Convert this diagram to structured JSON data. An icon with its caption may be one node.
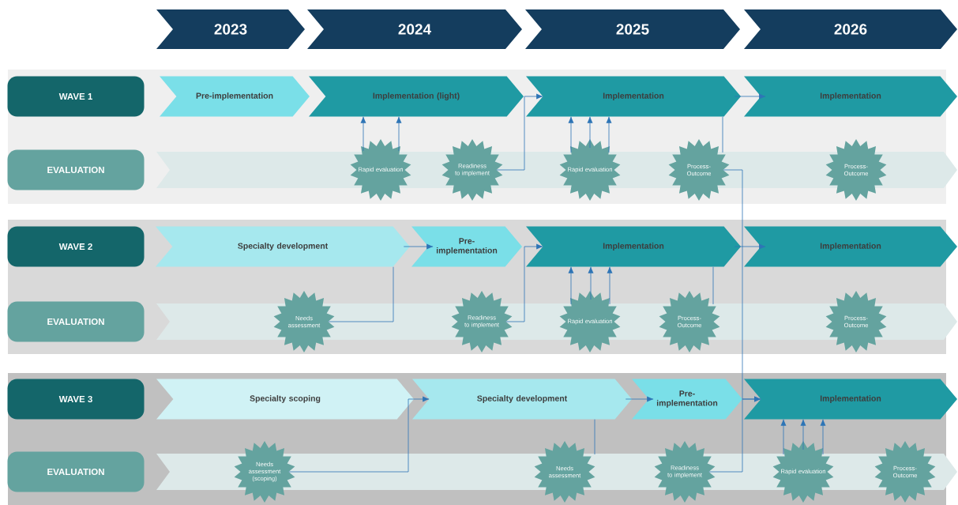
{
  "diagram": {
    "nodes": [
      {
        "text": [
          "2023"
        ]
      },
      {
        "text": [
          "2024"
        ]
      },
      {
        "text": [
          "2025"
        ]
      },
      {
        "text": [
          "2026"
        ]
      },
      {
        "text": [
          "WAVE 1"
        ]
      },
      {
        "text": [
          "Pre-implementation"
        ]
      },
      {
        "text": [
          "Implementation (light)"
        ]
      },
      {
        "text": [
          "Implementation"
        ]
      },
      {
        "text": [
          "Implementation"
        ]
      },
      {
        "text": [
          "EVALUATION"
        ]
      },
      {
        "text": [
          "Rapid evaluation"
        ]
      },
      {
        "text": [
          "Readiness to implement"
        ]
      },
      {
        "text": [
          "Rapid evaluation"
        ]
      },
      {
        "text": [
          "Process-Outcome"
        ]
      },
      {
        "text": [
          "Process-Outcome"
        ]
      },
      {
        "text": [
          "WAVE 2"
        ]
      },
      {
        "text": [
          "Specialty development"
        ]
      },
      {
        "text": [
          "Pre-implementation"
        ]
      },
      {
        "text": [
          "Implementation"
        ]
      },
      {
        "text": [
          "Implementation"
        ]
      },
      {
        "text": [
          "EVALUATION"
        ]
      },
      {
        "text": [
          "Needs assessment"
        ]
      },
      {
        "text": [
          "Readiness to implement"
        ]
      },
      {
        "text": [
          "Rapid evaluation"
        ]
      },
      {
        "text": [
          "Process-Outcome"
        ]
      },
      {
        "text": [
          "Process-Outcome"
        ]
      },
      {
        "text": [
          "WAVE 3"
        ]
      },
      {
        "text": [
          "Specialty scoping"
        ]
      },
      {
        "text": [
          "Specialty development"
        ]
      },
      {
        "text": [
          "Pre-implementation"
        ]
      },
      {
        "text": [
          "Implementation"
        ]
      },
      {
        "text": [
          "EVALUATION"
        ]
      },
      {
        "text": [
          "Needs assessment (scoping)"
        ]
      },
      {
        "text": [
          "Needs assessment"
        ]
      },
      {
        "text": [
          "Readiness to implement"
        ]
      },
      {
        "text": [
          "Rapid evaluation"
        ]
      },
      {
        "text": [
          "Process-Outcome"
        ]
      }
    ],
    "edges": [
      {
        "from": 10,
        "to": 6,
        "arrow": "to"
      },
      {
        "from": 10,
        "to": 6,
        "arrow": "to"
      },
      {
        "from": 11,
        "to": 7,
        "arrow": "to"
      },
      {
        "from": 12,
        "to": 7,
        "arrow": "to"
      },
      {
        "from": 12,
        "to": 7,
        "arrow": "to"
      },
      {
        "from": 12,
        "to": 7,
        "arrow": "to"
      },
      {
        "from": 13,
        "to": 7,
        "arrow": "none"
      },
      {
        "from": 7,
        "to": 8,
        "arrow": "to"
      },
      {
        "from": 13,
        "to": 30,
        "arrow": "to"
      },
      {
        "from": 21,
        "to": 16,
        "arrow": "none"
      },
      {
        "from": 16,
        "to": 17,
        "arrow": "to"
      },
      {
        "from": 22,
        "to": 18,
        "arrow": "to"
      },
      {
        "from": 23,
        "to": 18,
        "arrow": "to"
      },
      {
        "from": 23,
        "to": 18,
        "arrow": "to"
      },
      {
        "from": 23,
        "to": 18,
        "arrow": "to"
      },
      {
        "from": 24,
        "to": 18,
        "arrow": "none"
      },
      {
        "from": 18,
        "to": 19,
        "arrow": "to"
      },
      {
        "from": 32,
        "to": 28,
        "arrow": "to"
      },
      {
        "from": 28,
        "to": 29,
        "arrow": "to"
      },
      {
        "from": 33,
        "to": 28,
        "arrow": "none"
      },
      {
        "from": 34,
        "to": 30,
        "arrow": "to"
      },
      {
        "from": 35,
        "to": 30,
        "arrow": "to"
      },
      {
        "from": 35,
        "to": 30,
        "arrow": "to"
      },
      {
        "from": 35,
        "to": 30,
        "arrow": "to"
      }
    ]
  }
}
